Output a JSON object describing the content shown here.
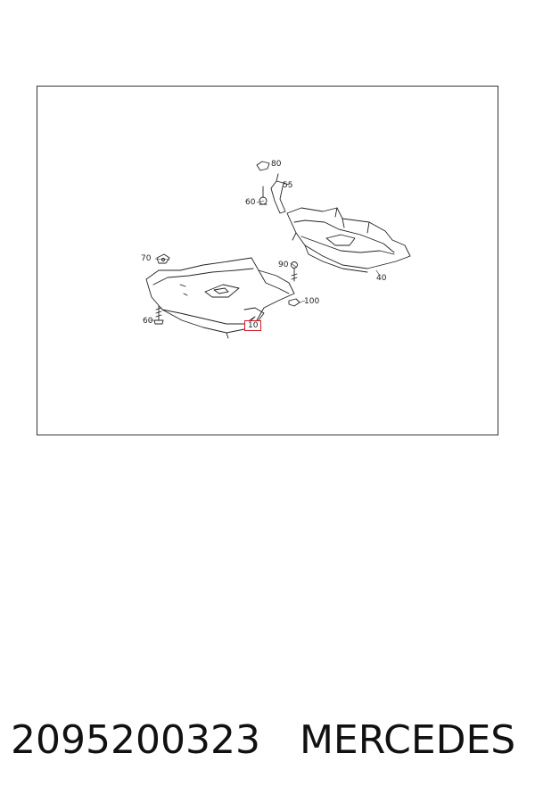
{
  "diagram": {
    "callouts": {
      "c80": "80",
      "c55": "55",
      "c60_top": "60",
      "c70": "70",
      "c90": "90",
      "c100": "100",
      "c40": "40",
      "c60_left": "60",
      "c10": "10"
    },
    "highlight_color": "#d11a2a"
  },
  "caption": {
    "part_number": "2095200323",
    "brand": "MERCEDES"
  }
}
